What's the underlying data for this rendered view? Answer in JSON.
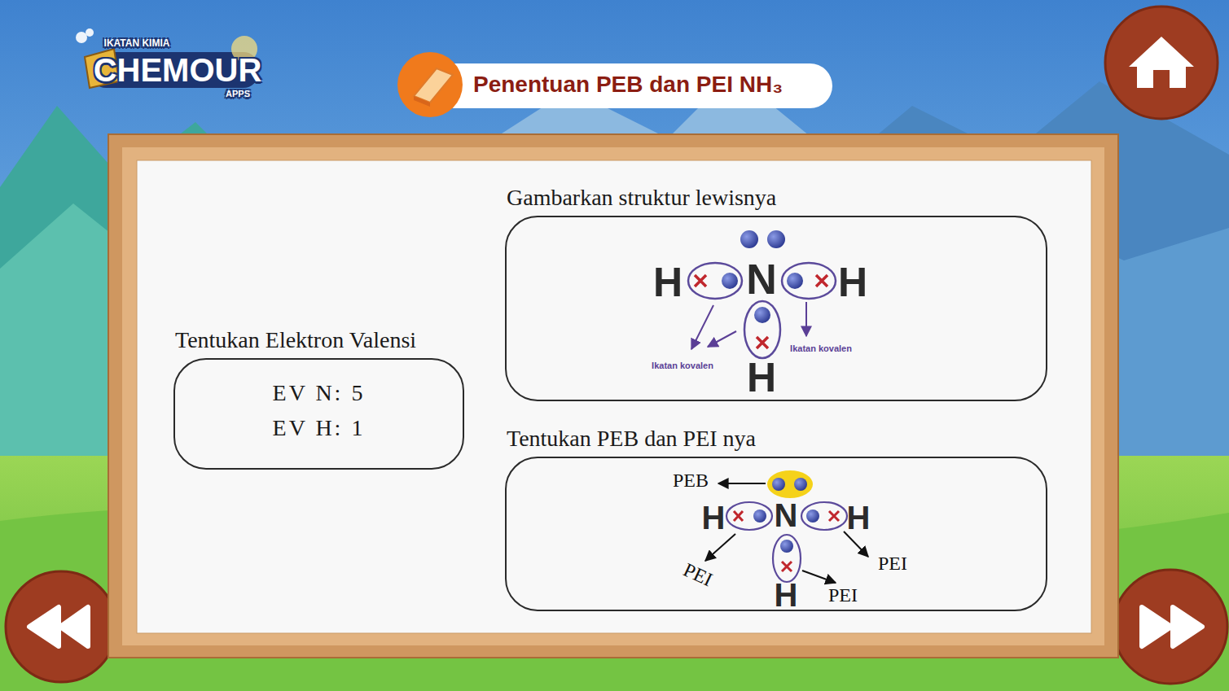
{
  "diagram": {
    "title": "Penentuan PEB dan PEI NH₃",
    "nodes": [
      {
        "text": [
          "Tentukan Elektron Valensi",
          "EV N: 5",
          "EV H: 1"
        ]
      },
      {
        "text": [
          "Gambarkan struktur lewisnya"
        ]
      },
      {
        "text": [
          "Tentukan PEB dan PEI nya"
        ]
      }
    ],
    "labels": [
      "IKATAN KIMIA",
      "CHEMOUR",
      "APPS",
      "H",
      "N",
      "H",
      "H",
      "Ikatan kovalen",
      "Ikatan kovalen",
      "PEB",
      "H",
      "N",
      "H",
      "PEI",
      "H",
      "PEI",
      "PEI"
    ]
  }
}
